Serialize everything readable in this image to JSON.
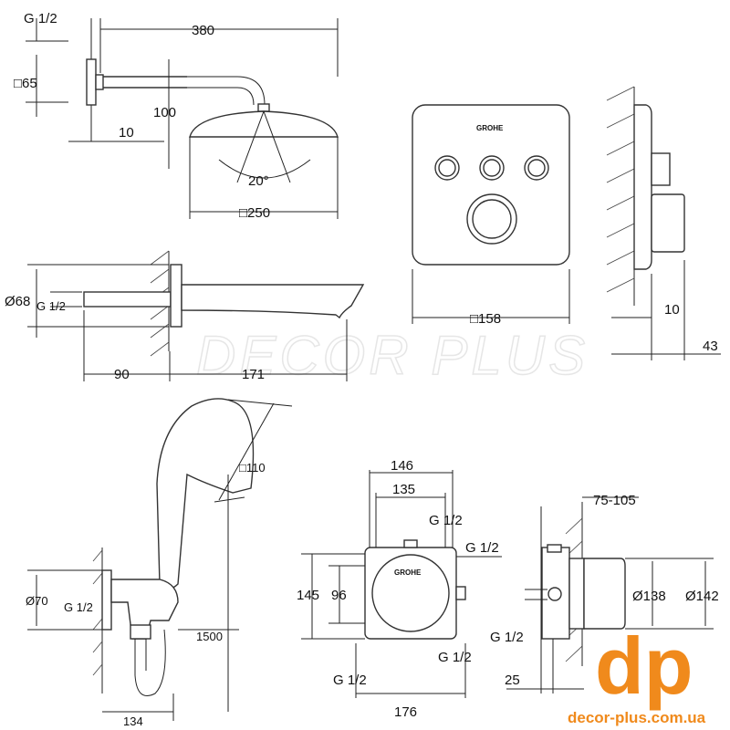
{
  "watermark": "DECOR PLUS",
  "head_shower": {
    "thread": "G 1/2",
    "arm_length": "380",
    "flange": "□65",
    "height": "100",
    "offset": "10",
    "angle": "20°",
    "size": "□250"
  },
  "spout": {
    "diameter": "Ø68",
    "thread": "G 1/2",
    "depth": "90",
    "projection": "171"
  },
  "control_plate": {
    "brand": "GROHE",
    "size": "□158",
    "side_depth": "10",
    "side_total": "43"
  },
  "hand_shower": {
    "size": "□110",
    "outlet_diameter": "Ø70",
    "thread": "G 1/2",
    "hose": "1500",
    "projection": "134"
  },
  "box": {
    "brand": "GROHE",
    "width_outer": "146",
    "width_inner": "135",
    "thread_top": "G 1/2",
    "thread_right": "G 1/2",
    "height_outer": "145",
    "height_inner": "96",
    "thread_bottom_left": "G 1/2",
    "thread_bottom_right": "G 1/2",
    "width_total": "176"
  },
  "box_side": {
    "install_depth": "75-105",
    "diameter_inner": "Ø138",
    "diameter_outer": "Ø142",
    "thread": "G 1/2",
    "offset": "25"
  },
  "logo": {
    "mark": "dp",
    "site": "decor-plus.com.ua",
    "color": "#f08a1c"
  }
}
